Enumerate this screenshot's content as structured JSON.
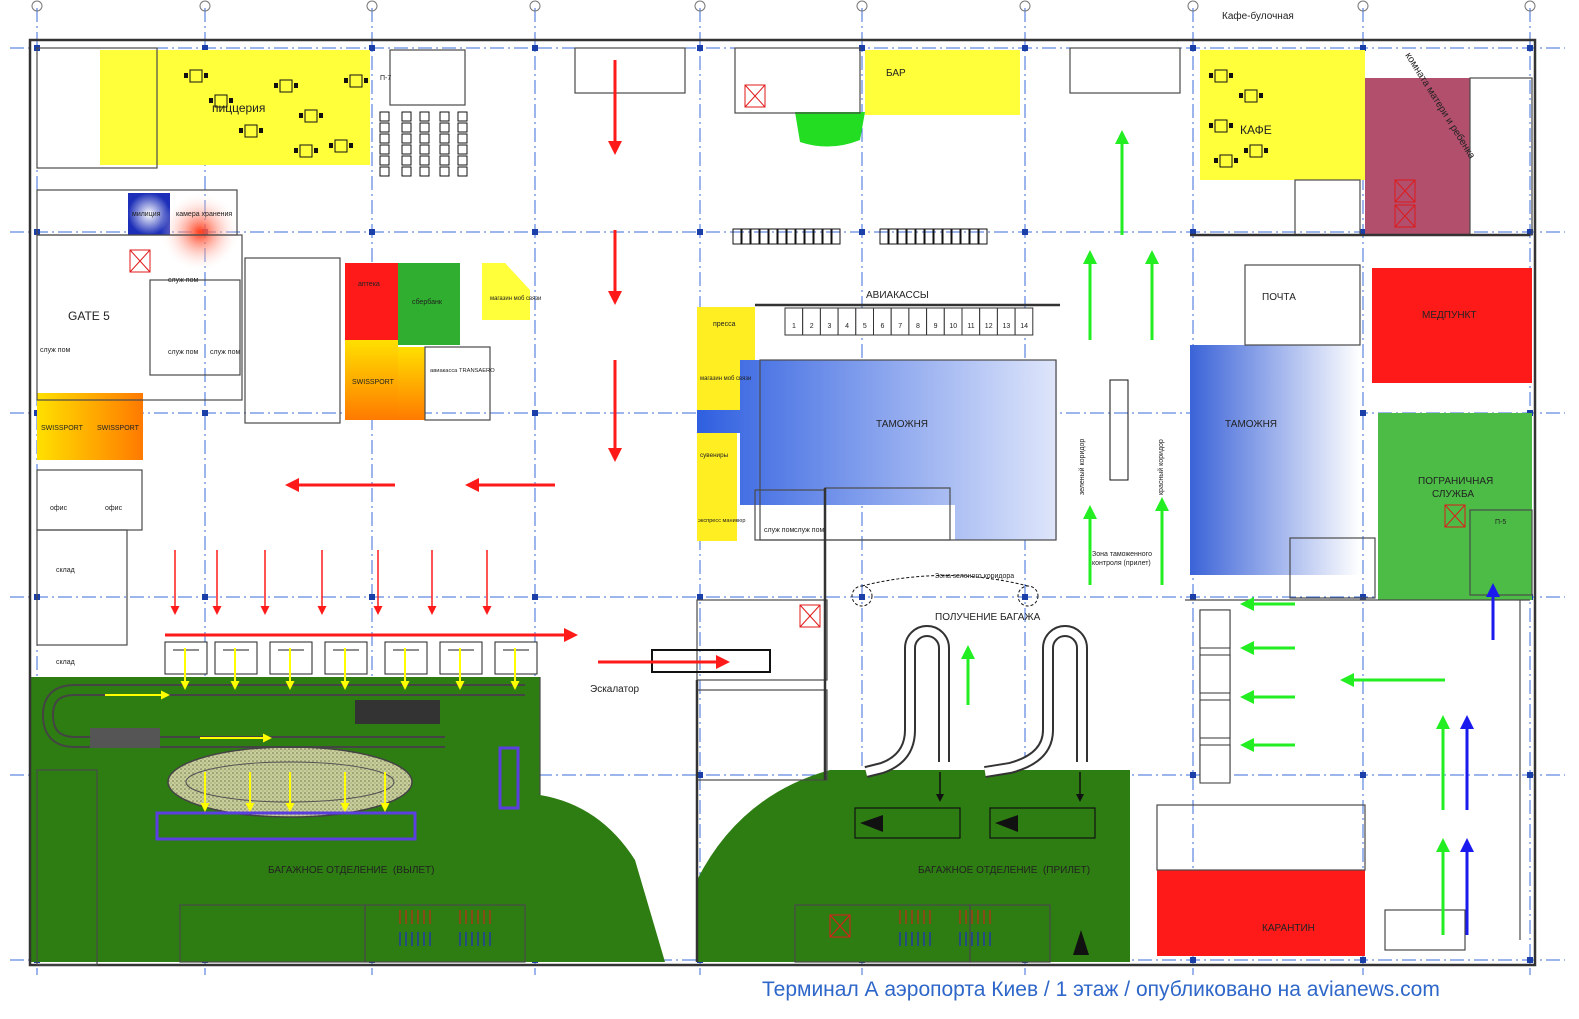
{
  "labels": {
    "cafe_bakery": "Кафе-булочная",
    "pizzeria": "пиццерия",
    "p7": "П-7",
    "bar": "БАР",
    "cafe": "КАФЕ",
    "mother_child": "комната матери и ребенка",
    "militia": "милиция",
    "storage": "камера хранения",
    "gate5": "GATE 5",
    "service_room": "служ пом",
    "pharmacy": "аптека",
    "sberbank": "сбербанк",
    "mobile_shop": "магазин моб связи",
    "swissport": "SWISSPORT",
    "transaero": "авиакасса TRANSAERO",
    "press": "пресса",
    "souvenirs": "сувениры",
    "manicure": "экспресс маникюр",
    "customs": "ТАМОЖНЯ",
    "post": "ПОЧТА",
    "medpoint": "МЕДПУНКТ",
    "border_service_1": "ПОГРАНИЧНАЯ",
    "border_service_2": "СЛУЖБА",
    "office": "офис",
    "warehouse": "склад",
    "customs_zone_1": "Зона таможенного",
    "customs_zone_2": "контроля (прилет)",
    "green_corridor_zone": "Зона зеленого коридора",
    "green_corridor": "зеленый коридор",
    "red_corridor": "красный коридор",
    "baggage_claim": "ПОЛУЧЕНИЕ БАГАЖА",
    "escalator": "Эскалатор",
    "baggage_departure": "БАГАЖНОЕ ОТДЕЛЕНИЕ  (ВЫЛЕТ)",
    "baggage_arrival": "БАГАЖНОЕ ОТДЕЛЕНИЕ  (ПРИЛЕТ)",
    "quarantine": "КАРАНТИН",
    "p5": "П-5"
  },
  "ticket_counters": {
    "title": "АВИАКАССЫ",
    "numbers": [
      "1",
      "2",
      "3",
      "4",
      "5",
      "6",
      "7",
      "8",
      "9",
      "10",
      "11",
      "12",
      "13",
      "14"
    ]
  },
  "footer": "Терминал А аэропорта Киев / 1 этаж / опубликовано на avianews.com",
  "colors": {
    "red": "#ff1a1a",
    "green": "#2e7d12",
    "light_green": "#3fb83a",
    "yellow": "#ffff3a",
    "blue": "#2f5fe0",
    "maroon": "#b14f6c",
    "orange": "#ff8c1a",
    "arrow_green": "#22ee22",
    "arrow_blue": "#1a1aee",
    "arrow_yellow": "#ffff00",
    "grid": "#3a6bd8",
    "footer": "#2e67c9"
  }
}
